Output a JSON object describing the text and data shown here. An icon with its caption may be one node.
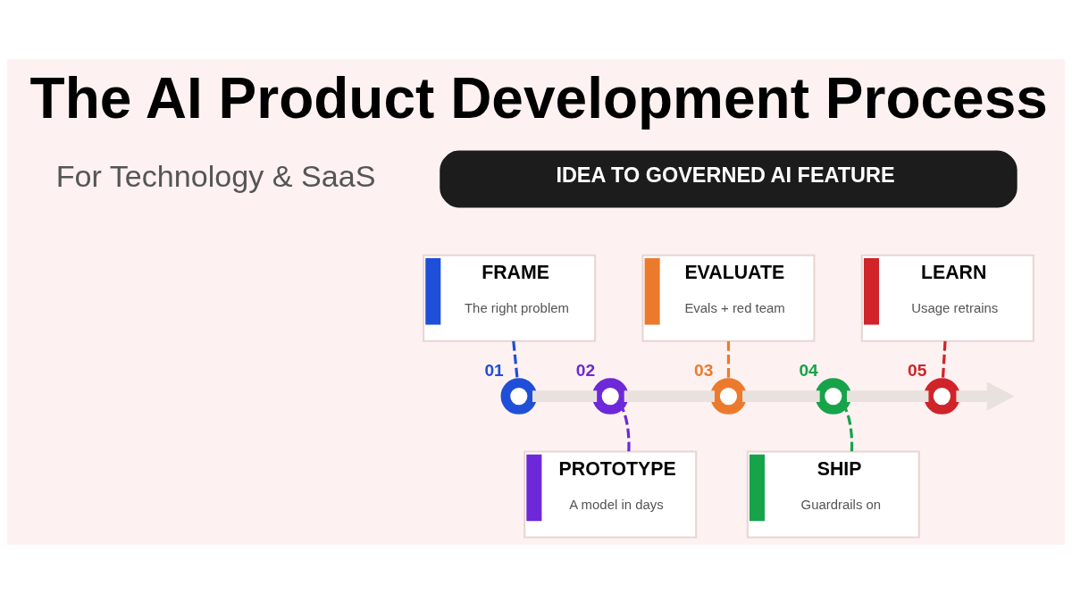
{
  "diagram": {
    "title": "The AI Product Development Process",
    "nodes": [
      {
        "text": [
          "IDEA TO GOVERNED AI FEATURE"
        ]
      },
      {
        "text": [
          "FRAME",
          "The right problem"
        ]
      },
      {
        "text": [
          "EVALUATE",
          "Evals + red team"
        ]
      },
      {
        "text": [
          "LEARN",
          "Usage retrains"
        ]
      },
      {
        "text": [],
        "shape": "circle",
        "beside": [
          "01"
        ]
      },
      {
        "text": [],
        "shape": "circle",
        "beside": [
          "02"
        ]
      },
      {
        "text": [],
        "shape": "circle",
        "beside": [
          "03"
        ]
      },
      {
        "text": [],
        "shape": "circle",
        "beside": [
          "04"
        ]
      },
      {
        "text": [],
        "shape": "circle",
        "beside": [
          "05"
        ]
      },
      {
        "text": [
          "PROTOTYPE",
          "A model in days"
        ]
      },
      {
        "text": [
          "SHIP",
          "Guardrails on"
        ]
      }
    ],
    "edges": [
      {
        "from": 1,
        "to": 4,
        "arrow": "none",
        "style": "dashed",
        "color": "#1f4fd8"
      },
      {
        "from": 9,
        "to": 5,
        "arrow": "none",
        "style": "dashed",
        "color": "#6d28d9"
      },
      {
        "from": 2,
        "to": 6,
        "arrow": "none",
        "style": "dashed",
        "color": "#ec7a2c"
      },
      {
        "from": 10,
        "to": 7,
        "arrow": "none",
        "style": "dashed",
        "color": "#16a34a"
      },
      {
        "from": 3,
        "to": 8,
        "arrow": "none",
        "style": "dashed",
        "color": "#d0232a"
      },
      {
        "from": 4,
        "to": 5,
        "arrow": "none",
        "style": "thick",
        "color": "#e9e1de"
      },
      {
        "from": 5,
        "to": 6,
        "arrow": "none",
        "style": "thick",
        "color": "#e9e1de"
      },
      {
        "from": 6,
        "to": 7,
        "arrow": "none",
        "style": "thick",
        "color": "#e9e1de"
      },
      {
        "from": 7,
        "to": 8,
        "arrow": "none",
        "style": "thick",
        "color": "#e9e1de"
      },
      {
        "from": 8,
        "to": null,
        "arrow": "to",
        "style": "thick",
        "color": "#e9e1de"
      }
    ],
    "labels": [
      "For Technology & SaaS"
    ]
  }
}
